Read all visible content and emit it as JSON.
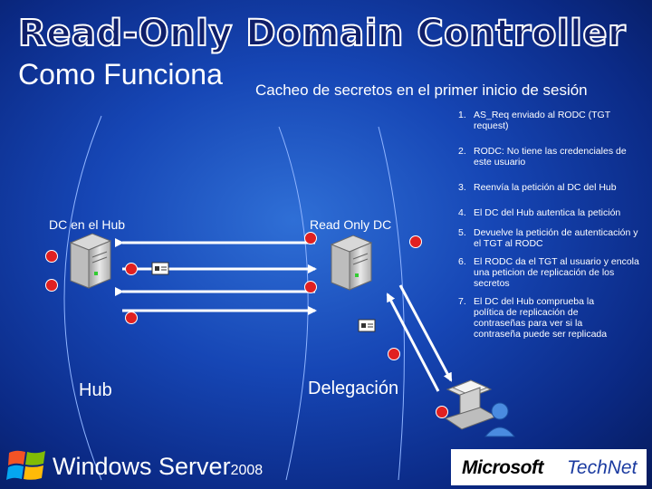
{
  "slide": {
    "title": "Read-Only Domain Controller",
    "subtitle": "Como Funciona",
    "heading": "Cacheo de secretos en el primer inicio de sesión"
  },
  "steps": [
    {
      "num": "1.",
      "text": "AS_Req enviado al RODC (TGT request)"
    },
    {
      "num": "2.",
      "text": "RODC: No tiene las credenciales de este usuario"
    },
    {
      "num": "3.",
      "text": "Reenvía la petición al DC del Hub"
    },
    {
      "num": "4.",
      "text": "El DC del Hub autentica la petición"
    },
    {
      "num": "5.",
      "text": "Devuelve la petición de autenticación y el TGT al RODC"
    },
    {
      "num": "6.",
      "text": "El RODC da el TGT al usuario y encola una peticion de replicación de los secretos"
    },
    {
      "num": "7.",
      "text": "El DC del Hub comprueba la política de replicación de contraseñas para ver si la contraseña puede ser replicada"
    }
  ],
  "labels": {
    "dc_hub": "DC en el Hub",
    "read_only_dc": "Read Only DC",
    "hub": "Hub",
    "delegacion": "Delegación"
  },
  "footer": {
    "windows_server": "Windows Server",
    "windows_year": "2008",
    "microsoft": "Microsoft",
    "technet": "TechNet"
  },
  "colors": {
    "accent_arrow": "#ffffff",
    "step_badge": "#e02020",
    "title_fill": "#0f1f6a"
  },
  "icons": [
    "server-icon",
    "key-document-icon",
    "user-icon",
    "workstation-icon",
    "windows-flag-icon"
  ]
}
